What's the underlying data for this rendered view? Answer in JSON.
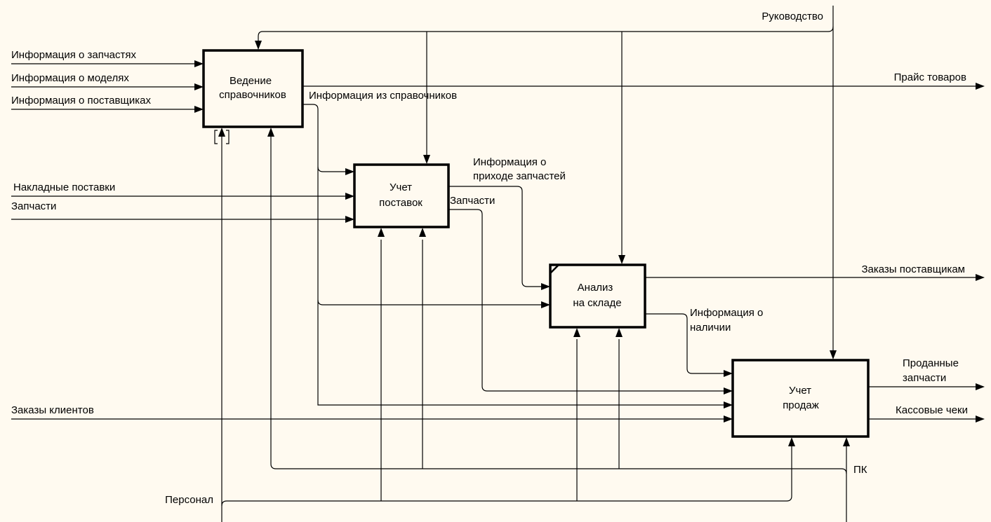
{
  "diagram": {
    "type": "IDEF0",
    "background": "#fffaf0",
    "blocks": [
      {
        "id": "b1",
        "lines": [
          "Ведение",
          "справочников"
        ]
      },
      {
        "id": "b2",
        "lines": [
          "Учет",
          "поставок"
        ]
      },
      {
        "id": "b3",
        "lines": [
          "Анализ",
          "на складе"
        ]
      },
      {
        "id": "b4",
        "lines": [
          "Учет",
          "продаж"
        ]
      }
    ],
    "arrows": {
      "info_parts": "Информация о запчастях",
      "info_models": "Информация о моделях",
      "info_suppliers": "Информация о поставщиках",
      "info_from_refs": "Информация из справочников",
      "price_list": "Прайс товаров",
      "management": "Руководство",
      "invoices": "Накладные поставки",
      "parts_in": "Запчасти",
      "info_arrival_1": "Информация о",
      "info_arrival_2": "приходе запчастей",
      "parts_out": "Запчасти",
      "orders_suppliers": "Заказы поставщикам",
      "info_stock_1": "Информация о",
      "info_stock_2": "наличии",
      "sold_parts_1": "Проданные",
      "sold_parts_2": "запчасти",
      "receipts": "Кассовые чеки",
      "client_orders": "Заказы клиентов",
      "pc": "ПК",
      "staff": "Персонал"
    }
  }
}
